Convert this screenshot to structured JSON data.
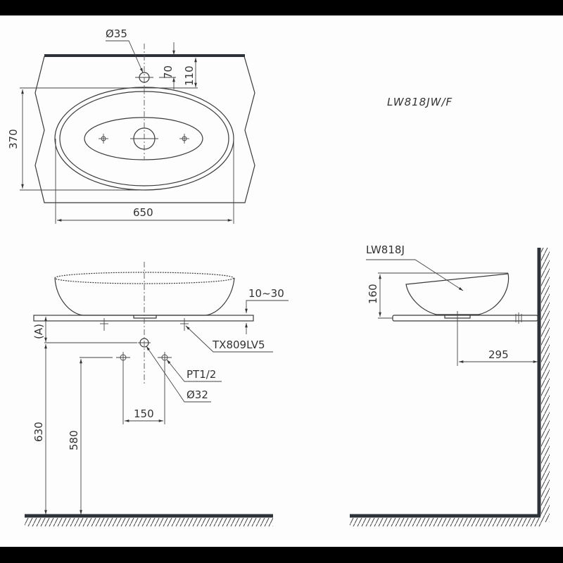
{
  "model": "LW818JW/F",
  "plan_view": {
    "tap_hole": "Ø35",
    "dim_70": "70",
    "dim_110": "110",
    "depth": "370",
    "width": "650"
  },
  "front_view": {
    "counter_thickness": "10~30",
    "dim_a": "(A)",
    "waste": "TX809LV5",
    "supply": "PT1/2",
    "drain": "Ø32",
    "supply_spacing": "150",
    "drain_height": "630",
    "supply_height": "580"
  },
  "side_view": {
    "model": "LW818J",
    "height": "160",
    "wall_distance": "295"
  }
}
